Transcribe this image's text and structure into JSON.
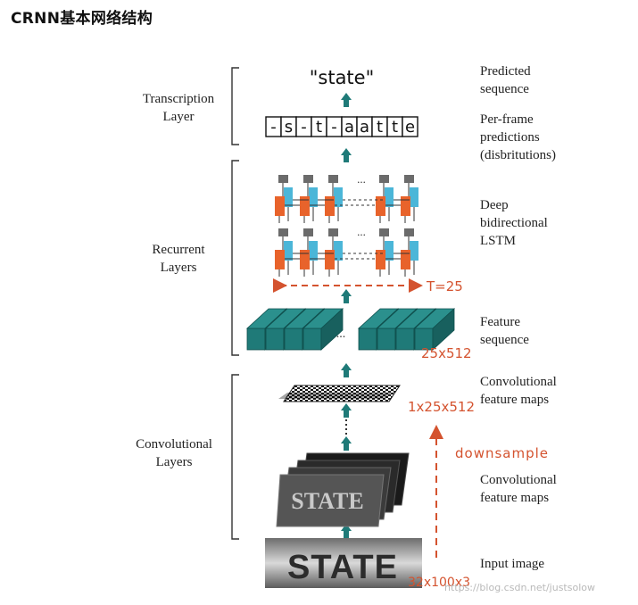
{
  "heading": "CRNN基本网络结构",
  "layers": {
    "transcription": [
      "Transcription",
      "Layer"
    ],
    "recurrent": [
      "Recurrent",
      "Layers"
    ],
    "convolutional": [
      "Convolutional",
      "Layers"
    ]
  },
  "descriptions": {
    "predicted": [
      "Predicted",
      "sequence"
    ],
    "perframe": [
      "Per-frame",
      "predictions",
      "(disbritutions)"
    ],
    "lstm": [
      "Deep",
      "bidirectional",
      "LSTM"
    ],
    "feature_seq": [
      "Feature",
      "sequence"
    ],
    "conv_maps_top": [
      "Convolutional",
      "feature maps"
    ],
    "conv_maps_bottom": [
      "Convolutional",
      "feature maps"
    ],
    "input": [
      "Input image"
    ]
  },
  "predicted_text": "\"state\"",
  "frame_chars": [
    "-",
    "s",
    "-",
    "t",
    "-",
    "a",
    "a",
    "t",
    "t",
    "e"
  ],
  "annotations": {
    "t_label": "T=25",
    "seq_size": "25x512",
    "map_size": "1x25x512",
    "downsample": "downsample",
    "input_size": "32x100x3",
    "ellipsis": "..."
  },
  "image_text": "STATE",
  "watermark": "https://blog.csdn.net/justsolow",
  "colors": {
    "teal": "#1f7a78",
    "red": "#d4532f",
    "orange": "#e8632b",
    "blue": "#4bb6d8",
    "gray": "#6b6b6b"
  }
}
